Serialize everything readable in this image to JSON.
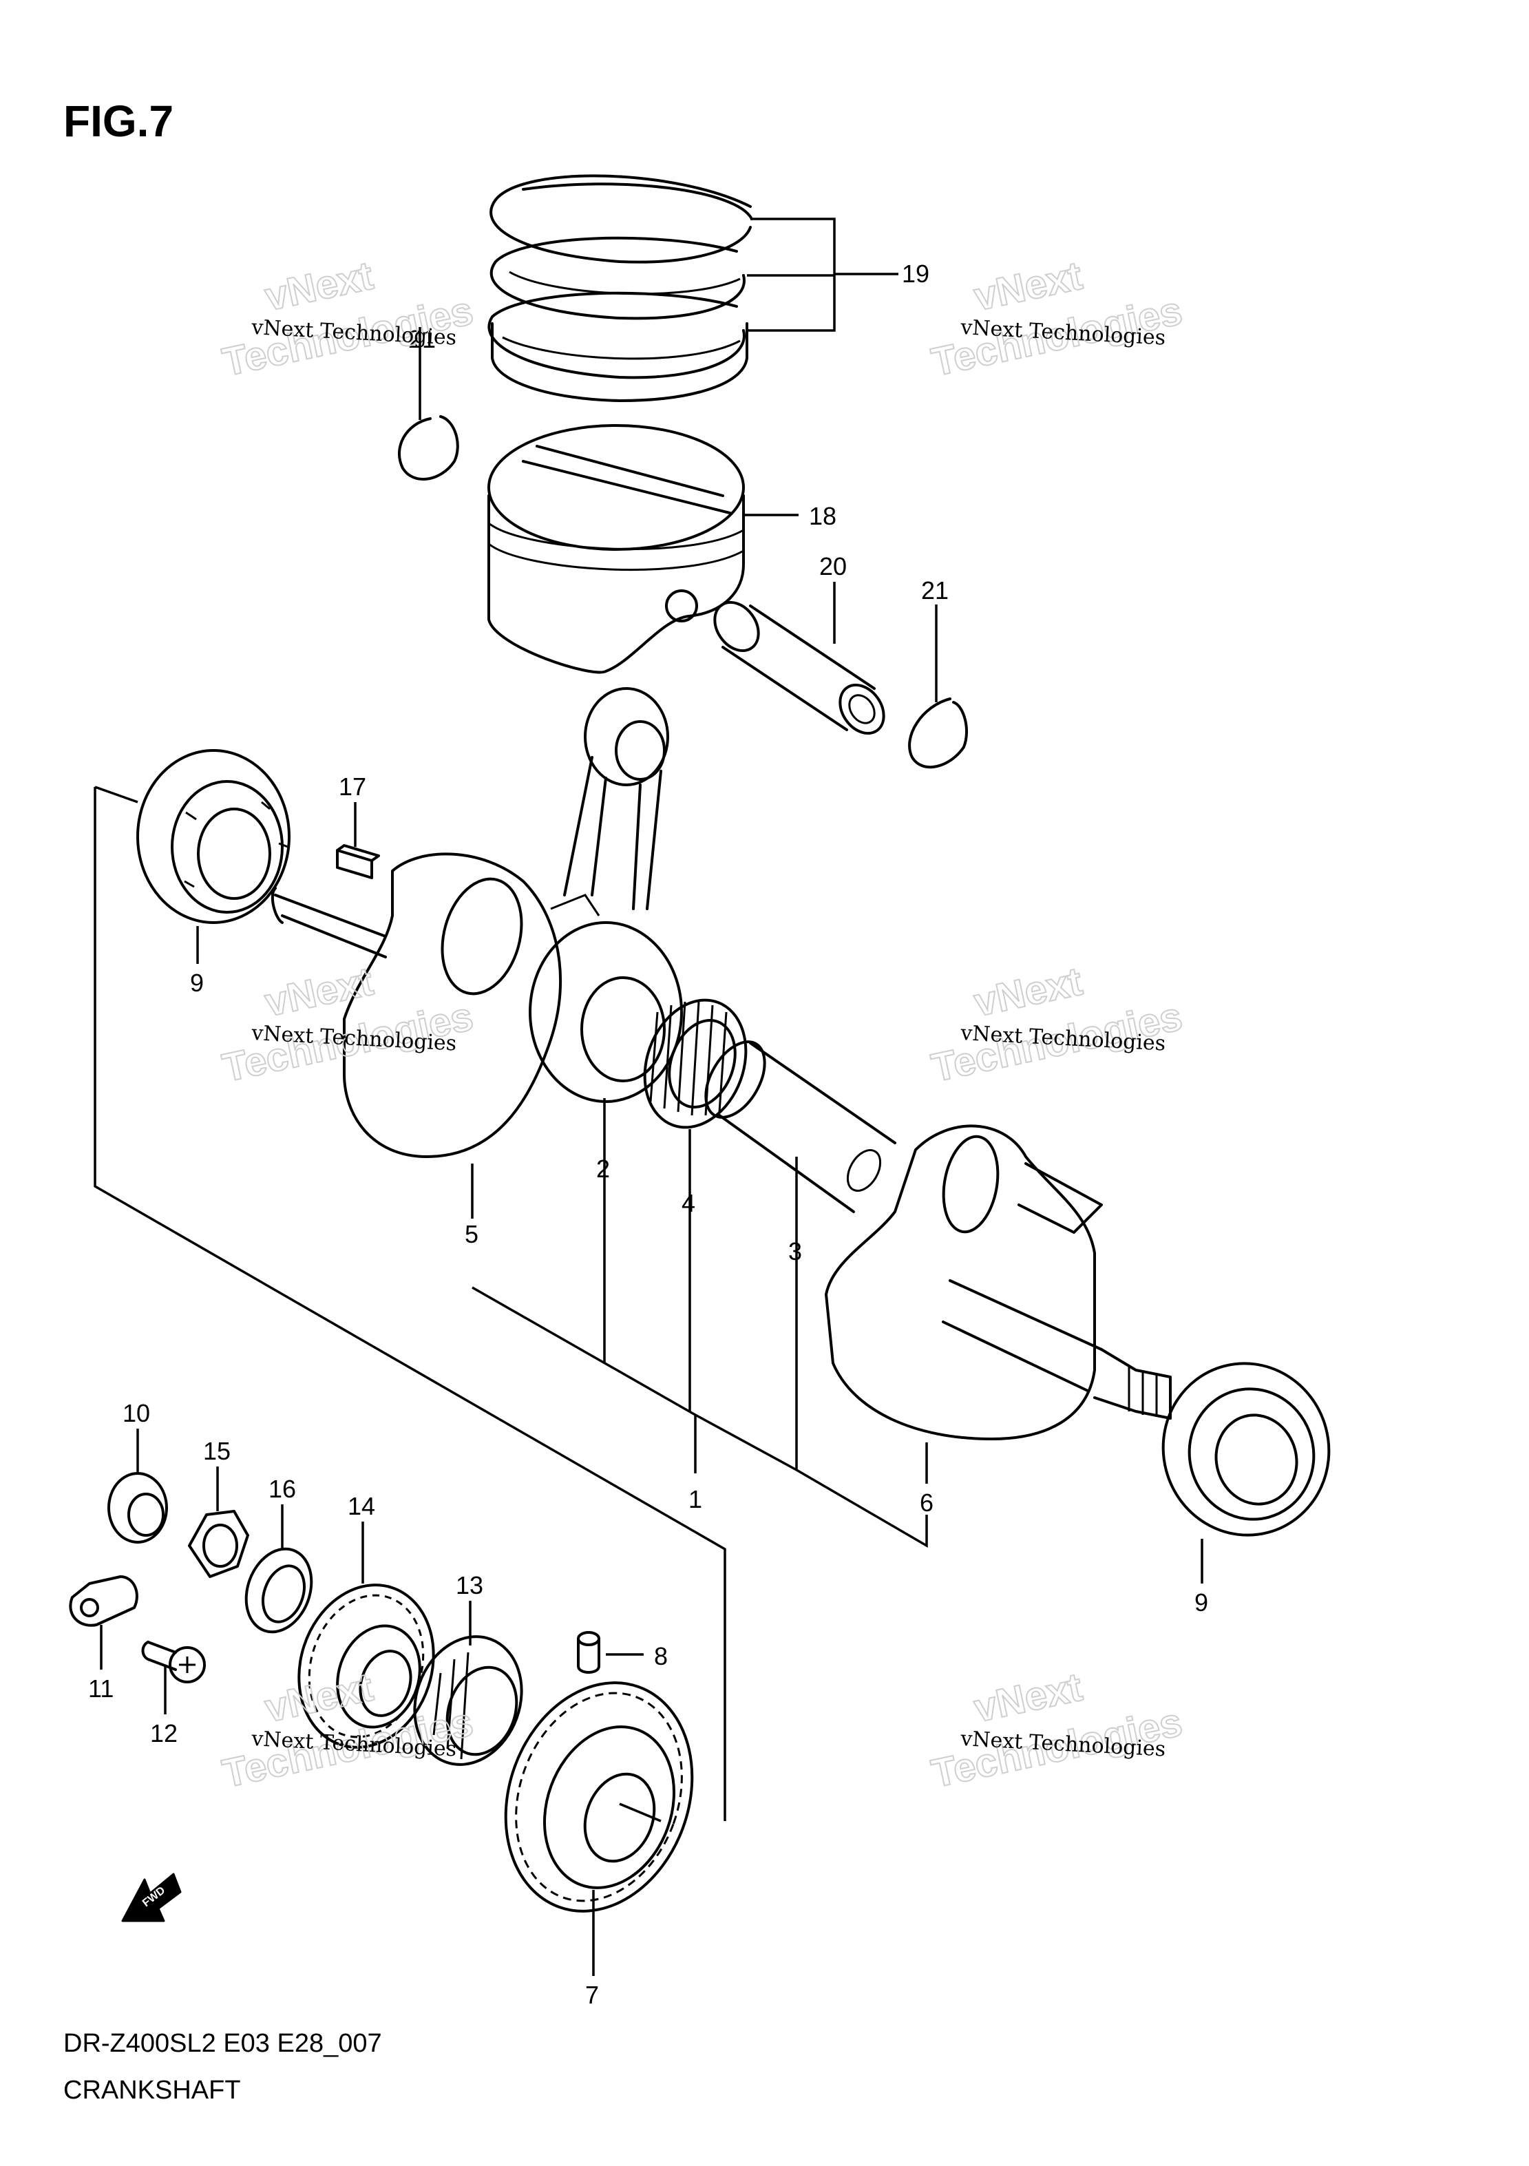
{
  "figure": {
    "title": "FIG.7",
    "model_code": "DR-Z400SL2 E03 E28_007",
    "name": "CRANKSHAFT"
  },
  "fwd_arrow": {
    "label": "FWD"
  },
  "watermark": {
    "line1": "vNext Technologies",
    "line2": "vNext",
    "line3": "Technologies"
  },
  "callouts": [
    "19",
    "21",
    "18",
    "20",
    "21",
    "17",
    "9",
    "5",
    "2",
    "4",
    "3",
    "10",
    "15",
    "16",
    "14",
    "13",
    "8",
    "11",
    "12",
    "1",
    "6",
    "9",
    "7"
  ],
  "colors": {
    "ink": "#000000",
    "watermark": "#cfcfcf",
    "background": "#ffffff"
  }
}
